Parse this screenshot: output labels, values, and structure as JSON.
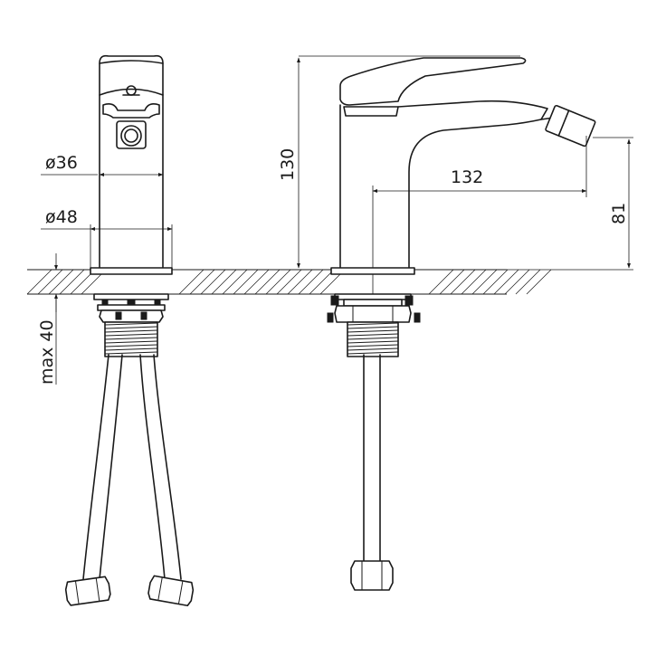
{
  "dimensions": {
    "inner_diameter": "ø36",
    "outer_diameter": "ø48",
    "total_height": "130",
    "spout_reach": "132",
    "spout_height": "81",
    "max_thickness": "max 40"
  },
  "colors": {
    "line": "#1a1a1a",
    "background": "#ffffff"
  }
}
